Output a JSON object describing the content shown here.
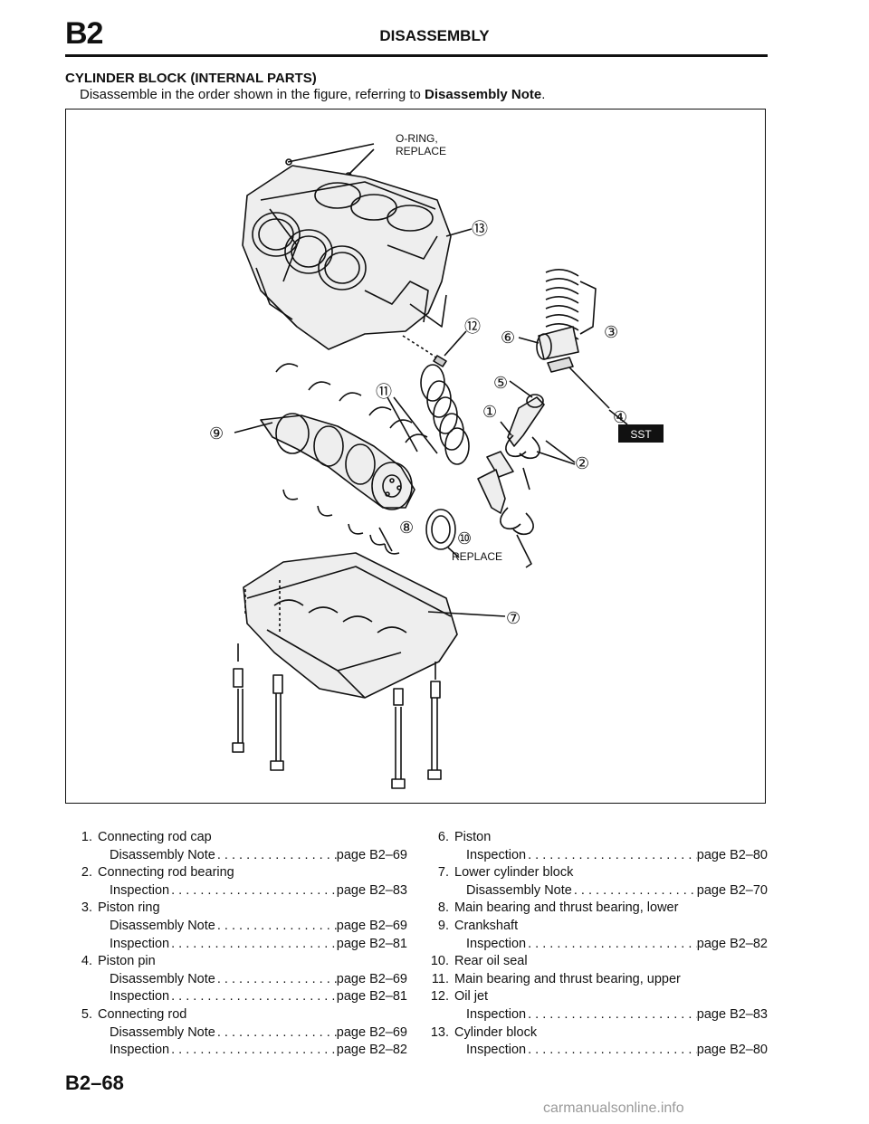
{
  "header": {
    "section_code": "B2",
    "title": "DISASSEMBLY"
  },
  "section": {
    "heading": "CYLINDER BLOCK (INTERNAL PARTS)",
    "instruction_prefix": "Disassemble in the order shown in the figure, referring to ",
    "instruction_bold": "Disassembly Note",
    "instruction_suffix": "."
  },
  "figure": {
    "label_oring_line1": "O-RING,",
    "label_oring_line2": "REPLACE",
    "label_replace": "REPLACE",
    "label_sst": "SST",
    "callouts": [
      "①",
      "②",
      "③",
      "④",
      "⑤",
      "⑥",
      "⑦",
      "⑧",
      "⑨",
      "⑩",
      "⑪",
      "⑫",
      "⑬"
    ]
  },
  "legend": {
    "left": [
      {
        "num": "1.",
        "name": "Connecting rod cap",
        "refs": [
          {
            "label": "Disassembly Note",
            "page": "page B2–69"
          }
        ]
      },
      {
        "num": "2.",
        "name": "Connecting rod bearing",
        "refs": [
          {
            "label": "Inspection",
            "page": "page B2–83"
          }
        ]
      },
      {
        "num": "3.",
        "name": "Piston ring",
        "refs": [
          {
            "label": "Disassembly Note",
            "page": "page B2–69"
          },
          {
            "label": "Inspection",
            "page": "page B2–81"
          }
        ]
      },
      {
        "num": "4.",
        "name": "Piston pin",
        "refs": [
          {
            "label": "Disassembly Note",
            "page": "page B2–69"
          },
          {
            "label": "Inspection",
            "page": "page B2–81"
          }
        ]
      },
      {
        "num": "5.",
        "name": "Connecting rod",
        "refs": [
          {
            "label": "Disassembly Note",
            "page": "page B2–69"
          },
          {
            "label": "Inspection",
            "page": "page B2–82"
          }
        ]
      }
    ],
    "right": [
      {
        "num": "6.",
        "name": "Piston",
        "refs": [
          {
            "label": "Inspection",
            "page": "page B2–80"
          }
        ]
      },
      {
        "num": "7.",
        "name": "Lower cylinder block",
        "refs": [
          {
            "label": "Disassembly Note",
            "page": "page B2–70"
          }
        ]
      },
      {
        "num": "8.",
        "name": "Main bearing and thrust bearing, lower",
        "refs": []
      },
      {
        "num": "9.",
        "name": "Crankshaft",
        "refs": [
          {
            "label": "Inspection",
            "page": "page B2–82"
          }
        ]
      },
      {
        "num": "10.",
        "name": "Rear oil seal",
        "refs": []
      },
      {
        "num": "11.",
        "name": "Main bearing and thrust bearing, upper",
        "refs": []
      },
      {
        "num": "12.",
        "name": "Oil jet",
        "refs": [
          {
            "label": "Inspection",
            "page": "page B2–83"
          }
        ]
      },
      {
        "num": "13.",
        "name": "Cylinder block",
        "refs": [
          {
            "label": "Inspection",
            "page": "page B2–80"
          }
        ]
      }
    ]
  },
  "footer": {
    "page_number": "B2–68",
    "watermark": "carmanualsonline.info"
  }
}
